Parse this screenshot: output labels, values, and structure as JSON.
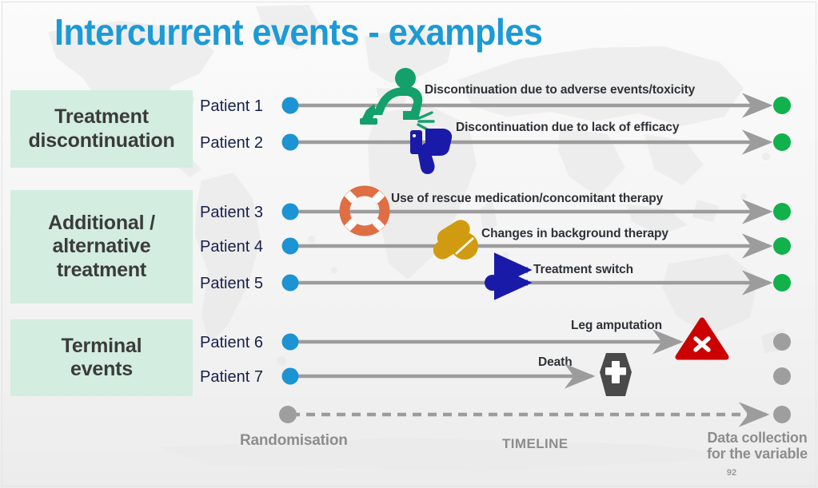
{
  "slide": {
    "title": "Intercurrent events - examples",
    "slide_number": "92",
    "title_color": "#1C9AD6",
    "category_box_color": "#D3EDE0",
    "start_dot_color": "#1C93D2",
    "end_dot_color": "#11B14B",
    "terminal_dot_color": "#9e9e9e",
    "line_color": "#9c9c9c"
  },
  "categories": [
    {
      "label": "Treatment\ndiscontinuation",
      "line1": "Treatment",
      "line2": "discontinuation"
    },
    {
      "label": "Additional /\nalternative\ntreatment",
      "line1": "Additional /",
      "line2": "alternative",
      "line3": "treatment"
    },
    {
      "label": "Terminal\nevents",
      "line1": "Terminal",
      "line2": "events"
    }
  ],
  "patients": [
    {
      "label": "Patient 1",
      "event": "Discontinuation due to adverse events/toxicity",
      "icon": "vomiting-person-icon",
      "icon_color": "#14A06A",
      "reaches_end": true,
      "end_dot": "green"
    },
    {
      "label": "Patient 2",
      "event": "Discontinuation due to lack of efficacy",
      "icon": "thumbs-down-icon",
      "icon_color": "#1A1AA8",
      "reaches_end": true,
      "end_dot": "green"
    },
    {
      "label": "Patient 3",
      "event": "Use of rescue medication/concomitant therapy",
      "icon": "lifebuoy-icon",
      "icon_color": "#DF6E45",
      "reaches_end": true,
      "end_dot": "green"
    },
    {
      "label": "Patient 4",
      "event": "Changes in background therapy",
      "icon": "pills-icon",
      "icon_color": "#D19B11",
      "reaches_end": true,
      "end_dot": "green"
    },
    {
      "label": "Patient 5",
      "event": "Treatment switch",
      "icon": "switch-arrow-icon",
      "icon_color": "#1A1AA8",
      "reaches_end": true,
      "end_dot": "green"
    },
    {
      "label": "Patient 6",
      "event": "Leg amputation",
      "icon": "warning-triangle-x-icon",
      "icon_color": "#CC0000",
      "reaches_end": false,
      "end_dot": "gray"
    },
    {
      "label": "Patient 7",
      "event": "Death",
      "icon": "coffin-icon",
      "icon_color": "#4A4A4A",
      "reaches_end": false,
      "end_dot": "gray"
    }
  ],
  "axis": {
    "start_label": "Randomisation",
    "middle_label": "TIMELINE",
    "end_label_line1": "Data collection",
    "end_label_line2": "for the variable"
  }
}
